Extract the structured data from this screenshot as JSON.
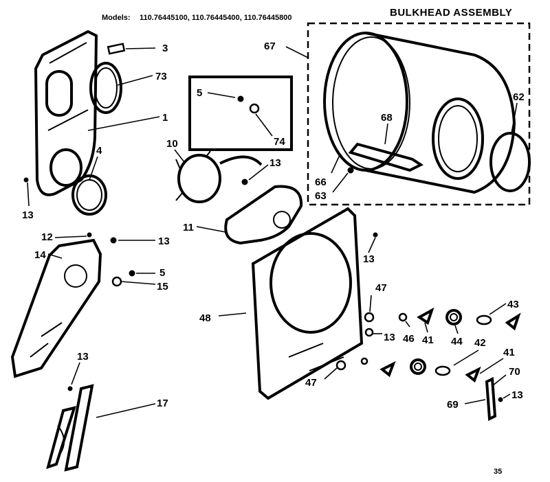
{
  "header": {
    "models_label": "Models:",
    "models_list": "110.76445100, 110.76445400, 110.76445800",
    "title": "BULKHEAD ASSEMBLY"
  },
  "footer": {
    "page_number": "35"
  },
  "part_labels": [
    {
      "id": "3",
      "text": "3"
    },
    {
      "id": "73",
      "text": "73"
    },
    {
      "id": "1",
      "text": "1"
    },
    {
      "id": "4",
      "text": "4"
    },
    {
      "id": "13a",
      "text": "13"
    },
    {
      "id": "12",
      "text": "12"
    },
    {
      "id": "13b",
      "text": "13"
    },
    {
      "id": "14",
      "text": "14"
    },
    {
      "id": "5a",
      "text": "5"
    },
    {
      "id": "15",
      "text": "15"
    },
    {
      "id": "13c",
      "text": "13"
    },
    {
      "id": "17",
      "text": "17"
    },
    {
      "id": "5b",
      "text": "5"
    },
    {
      "id": "74",
      "text": "74"
    },
    {
      "id": "10",
      "text": "10"
    },
    {
      "id": "13d",
      "text": "13"
    },
    {
      "id": "11",
      "text": "11"
    },
    {
      "id": "67",
      "text": "67"
    },
    {
      "id": "68",
      "text": "68"
    },
    {
      "id": "62",
      "text": "62"
    },
    {
      "id": "66",
      "text": "66"
    },
    {
      "id": "63",
      "text": "63"
    },
    {
      "id": "13e",
      "text": "13"
    },
    {
      "id": "48",
      "text": "48"
    },
    {
      "id": "47a",
      "text": "47"
    },
    {
      "id": "13f",
      "text": "13"
    },
    {
      "id": "46",
      "text": "46"
    },
    {
      "id": "41a",
      "text": "41"
    },
    {
      "id": "44",
      "text": "44"
    },
    {
      "id": "43",
      "text": "43"
    },
    {
      "id": "42",
      "text": "42"
    },
    {
      "id": "41b",
      "text": "41"
    },
    {
      "id": "47b",
      "text": "47"
    },
    {
      "id": "70",
      "text": "70"
    },
    {
      "id": "69",
      "text": "69"
    },
    {
      "id": "13g",
      "text": "13"
    }
  ]
}
